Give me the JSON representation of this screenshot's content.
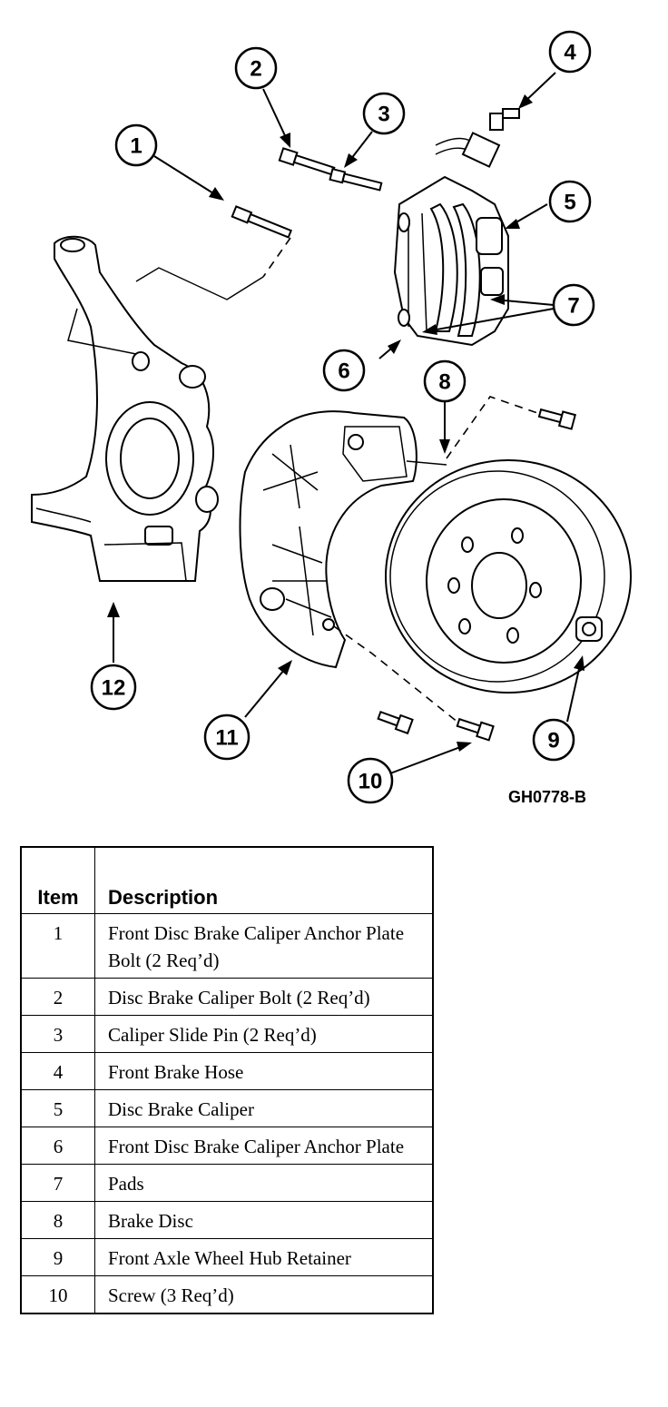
{
  "diagram": {
    "callouts": [
      {
        "num": "1"
      },
      {
        "num": "2"
      },
      {
        "num": "3"
      },
      {
        "num": "4"
      },
      {
        "num": "5"
      },
      {
        "num": "6"
      },
      {
        "num": "7"
      },
      {
        "num": "8"
      },
      {
        "num": "9"
      },
      {
        "num": "10"
      },
      {
        "num": "11"
      },
      {
        "num": "12"
      }
    ],
    "figure_code": "GH0778-B"
  },
  "table": {
    "headers": {
      "item": "Item",
      "description": "Description"
    },
    "rows": [
      {
        "item": "1",
        "description": "Front Disc Brake Caliper Anchor Plate Bolt (2 Req’d)"
      },
      {
        "item": "2",
        "description": "Disc Brake Caliper Bolt (2 Req’d)"
      },
      {
        "item": "3",
        "description": "Caliper Slide Pin (2 Req’d)"
      },
      {
        "item": "4",
        "description": "Front Brake Hose"
      },
      {
        "item": "5",
        "description": "Disc Brake Caliper"
      },
      {
        "item": "6",
        "description": "Front Disc Brake Caliper Anchor Plate"
      },
      {
        "item": "7",
        "description": "Pads"
      },
      {
        "item": "8",
        "description": "Brake Disc"
      },
      {
        "item": "9",
        "description": "Front Axle Wheel Hub Retainer"
      },
      {
        "item": "10",
        "description": "Screw (3 Req’d)"
      }
    ]
  }
}
